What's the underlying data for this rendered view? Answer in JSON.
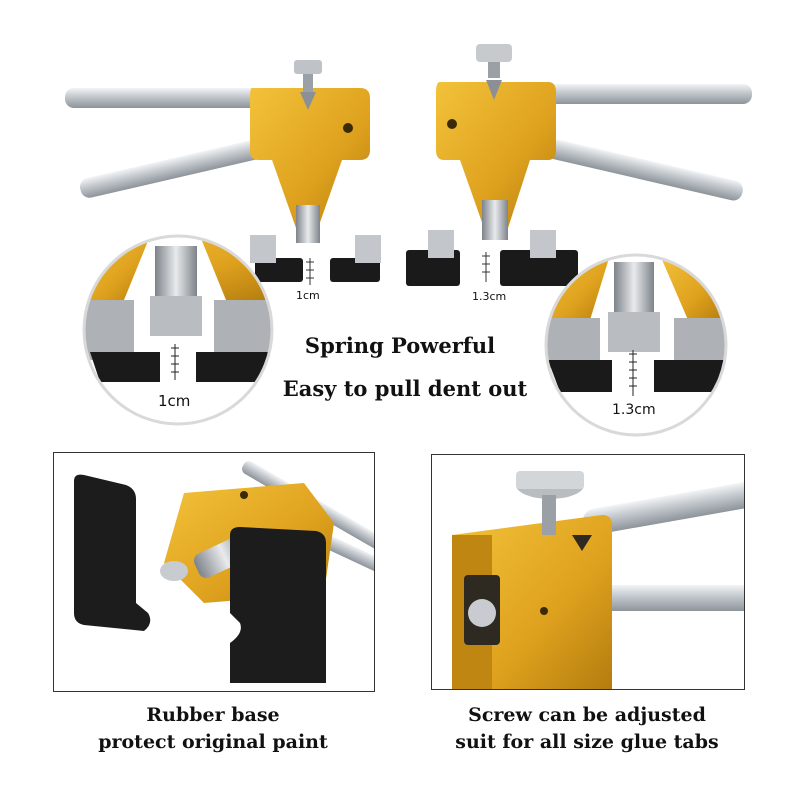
{
  "top": {
    "left_gap_label": "1cm",
    "right_gap_label": "1.3cm",
    "left_zoom_label": "1cm",
    "right_zoom_label": "1.3cm",
    "heading_line1": "Spring Powerful",
    "heading_line2": "Easy to pull dent out"
  },
  "bottom_left": {
    "caption_line1": "Rubber base",
    "caption_line2": "protect original paint"
  },
  "bottom_right": {
    "caption_line1": "Screw can be adjusted",
    "caption_line2": "suit for all size glue tabs"
  },
  "colors": {
    "gold": "#e0a820",
    "gold_dark": "#b07d10",
    "steel": "#c8ccd0",
    "rubber": "#1a1a1a"
  }
}
